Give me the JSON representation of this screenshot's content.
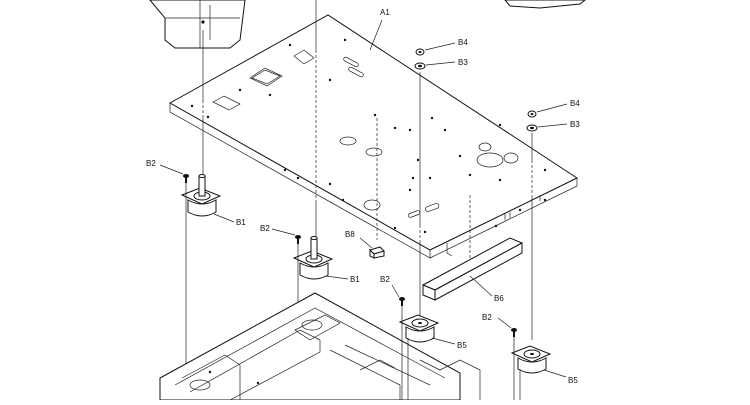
{
  "labels": {
    "a1": "A1",
    "b4_top": "B4",
    "b3_top": "B3",
    "b4_right": "B4",
    "b3_right": "B3",
    "b2_left": "B2",
    "b1_left": "B1",
    "b2_mid": "B2",
    "b1_mid": "B1",
    "b8": "B8",
    "b6": "B6",
    "b2_lower": "B2",
    "b5_lower": "B5",
    "b2_right": "B2",
    "b5_right": "B5"
  }
}
